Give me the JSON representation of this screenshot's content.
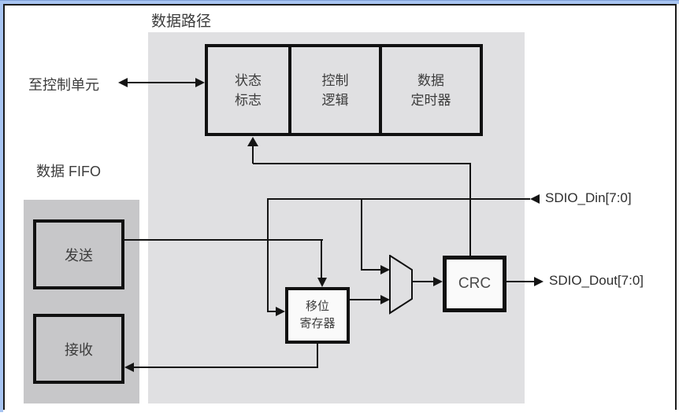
{
  "figure": {
    "type": "block-diagram",
    "title": "数据路径"
  },
  "colors": {
    "frame_blue": "#a7c4f1",
    "frame_black": "#1b1b1b",
    "region_light": "#e0e0e2",
    "region_dark": "#c7c7c9",
    "box_white": "#fafafa",
    "line_black": "#141414",
    "text_gray": "#3c3c3c"
  },
  "labels": {
    "data_path": "数据路径",
    "to_control_unit": "至控制单元",
    "data_fifo": "数据 FIFO"
  },
  "blocks": {
    "status_flags": "状态\n标志",
    "control_logic": "控制\n逻辑",
    "data_timer": "数据\n定时器",
    "transmit": "发送",
    "receive": "接收",
    "shift_register": "移位\n寄存器",
    "crc": "CRC"
  },
  "signals": {
    "din": "SDIO_Din[7:0]",
    "dout": "SDIO_Dout[7:0]"
  }
}
